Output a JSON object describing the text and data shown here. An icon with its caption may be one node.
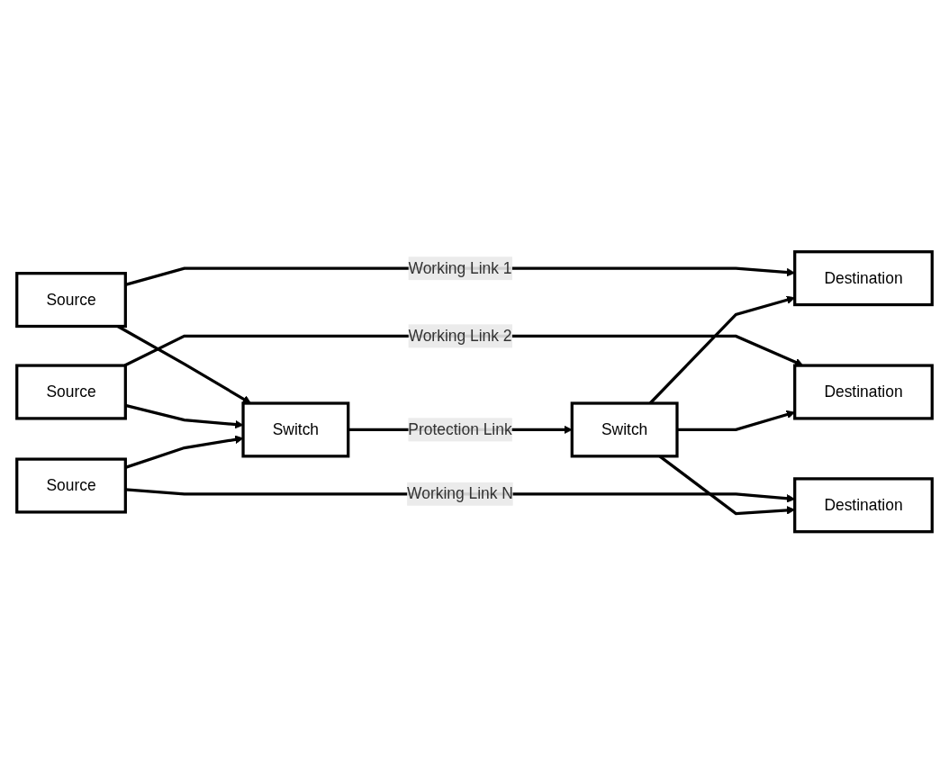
{
  "diagram": {
    "nodes": [
      {
        "text": [
          "Source"
        ]
      },
      {
        "text": [
          "Destination"
        ]
      },
      {
        "text": [
          "Source"
        ]
      },
      {
        "text": [
          "Destination"
        ]
      },
      {
        "text": [
          "Source"
        ]
      },
      {
        "text": [
          "Destination"
        ]
      },
      {
        "text": [
          "Switch"
        ]
      },
      {
        "text": [
          "Switch"
        ]
      }
    ],
    "edges": [
      {
        "from": 0,
        "to": 1,
        "arrow": "to",
        "label": "Working Link 1"
      },
      {
        "from": 2,
        "to": 3,
        "arrow": "to",
        "label": "Working Link 2"
      },
      {
        "from": 4,
        "to": 5,
        "arrow": "to",
        "label": "Working Link N"
      },
      {
        "from": 0,
        "to": 6,
        "arrow": "to"
      },
      {
        "from": 2,
        "to": 6,
        "arrow": "to"
      },
      {
        "from": 4,
        "to": 6,
        "arrow": "to"
      },
      {
        "from": 6,
        "to": 7,
        "arrow": "to",
        "label": "Protection Link"
      },
      {
        "from": 7,
        "to": 1,
        "arrow": "to"
      },
      {
        "from": 7,
        "to": 3,
        "arrow": "to"
      },
      {
        "from": 7,
        "to": 5,
        "arrow": "to"
      }
    ]
  }
}
